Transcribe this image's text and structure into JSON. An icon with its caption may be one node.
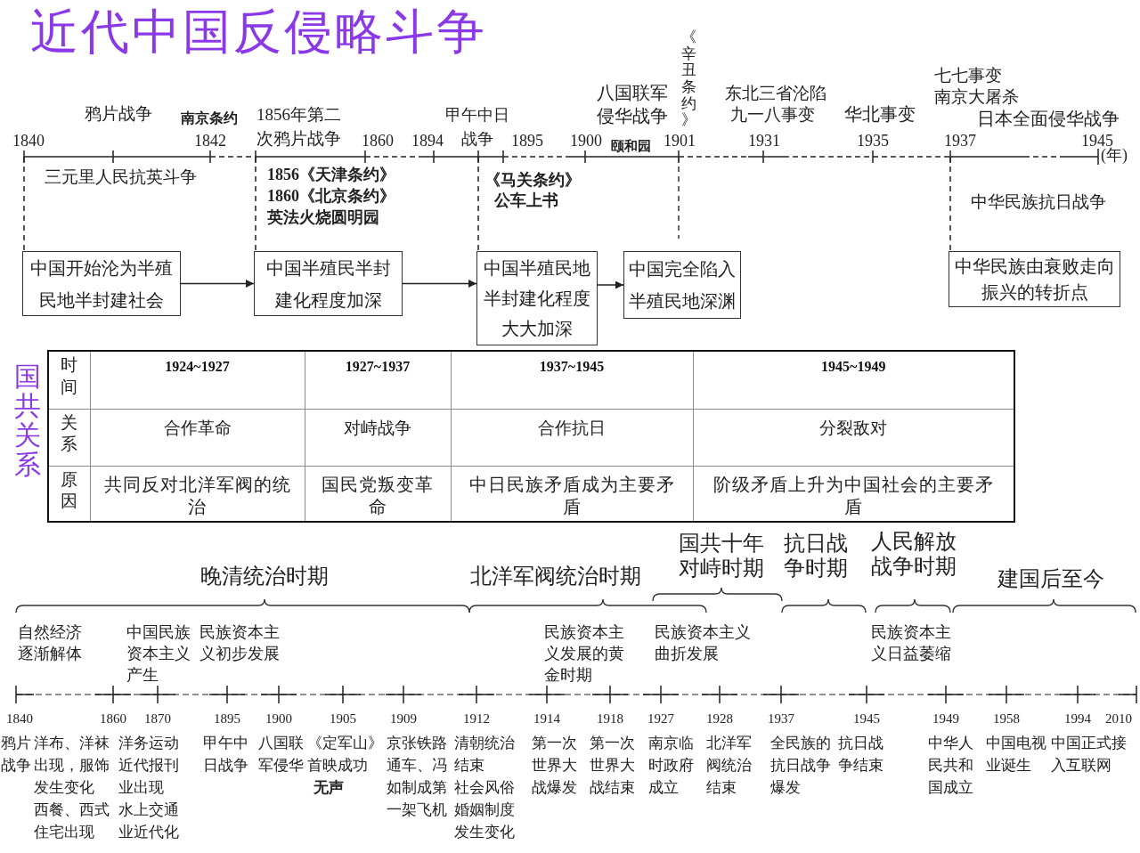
{
  "diagram": {
    "title": "近代中国反侵略斗争",
    "nodes": [
      {
        "text": [
          "中国开始沦为半殖民地半封建社会"
        ]
      },
      {
        "text": [
          "中国半殖民半封建化程度加深"
        ]
      },
      {
        "text": [
          "中国半殖民地半封建化程度大大加深"
        ]
      },
      {
        "text": [
          "中国完全陷入半殖民地深渊"
        ]
      },
      {
        "text": [
          "中华民族由衰败走向振兴的转折点"
        ]
      }
    ],
    "edges": [
      {
        "from": 0,
        "to": 1,
        "arrow": "to"
      },
      {
        "from": 1,
        "to": 2,
        "arrow": "to"
      },
      {
        "from": 2,
        "to": 3,
        "arrow": "to"
      },
      {
        "from": null,
        "to": 0,
        "arrow": "none",
        "style": "dashed"
      },
      {
        "from": null,
        "to": 1,
        "arrow": "none",
        "style": "dashed"
      },
      {
        "from": null,
        "to": 2,
        "arrow": "none",
        "style": "dashed"
      },
      {
        "from": null,
        "to": 4,
        "arrow": "none",
        "style": "dashed"
      }
    ],
    "labels": [
      "1840",
      "鸦片战争",
      "南京条约",
      "1842",
      "1856年第二次鸦片战争",
      "1860",
      "1894",
      "甲午中日战争",
      "1895",
      "1900",
      "八国联军侵华战争",
      "颐和园",
      "《辛丑条约》",
      "1901",
      "东北三省沦陷",
      "九一八事变",
      "1931",
      "华北事变",
      "1935",
      "七七事变",
      "南京大屠杀",
      "日本全面侵华战争",
      "1937",
      "1945",
      "(年)",
      "三元里人民抗英斗争",
      "1856《天津条约》",
      "1860《北京条约》",
      "英法火烧圆明园",
      "《马关条约》",
      "公车上书",
      "中华民族抗日战争",
      "国共关系",
      "时间",
      "1924~1927",
      "1927~1937",
      "1937~1945",
      "1945~1949",
      "关系",
      "合作革命",
      "对峙战争",
      "合作抗日",
      "分裂敌对",
      "原因",
      "共同反对北洋军阀的统治",
      "国民党叛变革命",
      "中日民族矛盾成为主要矛盾",
      "阶级矛盾上升为中国社会的主要矛盾",
      "晚清统治时期",
      "北洋军阀统治时期",
      "国共十年对峙时期",
      "抗日战争时期",
      "人民解放战争时期",
      "建国后至今",
      "自然经济逐渐解体",
      "中国民族资本主义产生",
      "民族资本主义初步发展",
      "民族资本主义发展的黄金时期",
      "民族资本主义曲折发展",
      "民族资本主义日益萎缩",
      "1840",
      "1860",
      "1870",
      "1895",
      "1900",
      "1905",
      "1909",
      "1912",
      "1914",
      "1918",
      "1927",
      "1928",
      "1937",
      "1945",
      "1949",
      "1958",
      "1994",
      "2010",
      "鸦片战争",
      "洋布、洋袜出现，服饰发生变化",
      "西餐、西式住宅出现",
      "洋务运动",
      "近代报刊业出现",
      "水上交通业近代化",
      "甲午中日战争",
      "八国联军侵华",
      "《定军山》首映成功",
      "无声",
      "京张铁路通车、冯如制成第一架飞机",
      "清朝统治结束",
      "社会风俗婚姻制度发生变化",
      "第一次世界大战爆发",
      "第一次世界大战结束",
      "南京临时政府成立",
      "北洋军阀统治结束",
      "全民族的抗日战争爆发",
      "抗日战争结束",
      "中华人民共和国成立",
      "中国电视业诞生",
      "中国正式接入互联网"
    ]
  }
}
